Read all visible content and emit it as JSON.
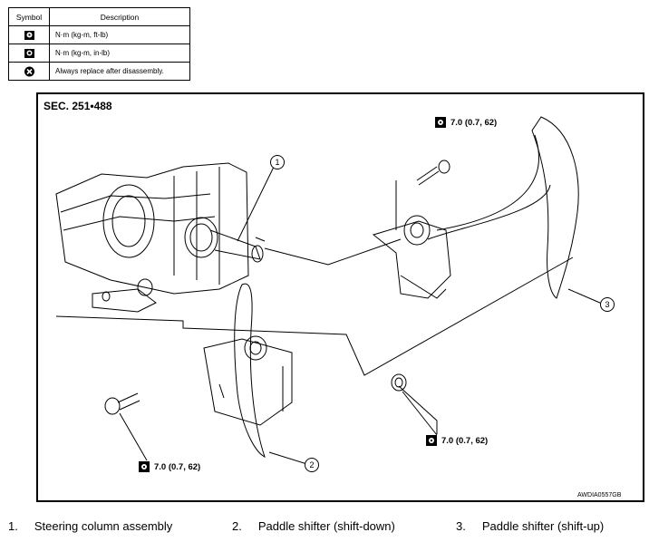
{
  "legend": {
    "header_symbol": "Symbol",
    "header_description": "Description",
    "rows": [
      {
        "icon": "torque-wrench-icon",
        "description": "N·m (kg-m, ft-lb)"
      },
      {
        "icon": "torque-wrench-filled-icon",
        "description": "N·m (kg-m, in-lb)"
      },
      {
        "icon": "replace-x-icon",
        "description": "Always replace after disassembly."
      }
    ]
  },
  "figure": {
    "section_label": "SEC. 251•488",
    "reference_code": "AWDIA0557GB",
    "torque_labels": {
      "top": "7.0 (0.7, 62)",
      "right": "7.0 (0.7, 62)",
      "bottom_left": "7.0 (0.7, 62)"
    },
    "callouts": [
      "1",
      "2",
      "3"
    ]
  },
  "parts": [
    {
      "num": "1.",
      "name": "Steering column assembly"
    },
    {
      "num": "2.",
      "name": "Paddle shifter (shift-down)"
    },
    {
      "num": "3.",
      "name": "Paddle shifter (shift-up)"
    }
  ]
}
